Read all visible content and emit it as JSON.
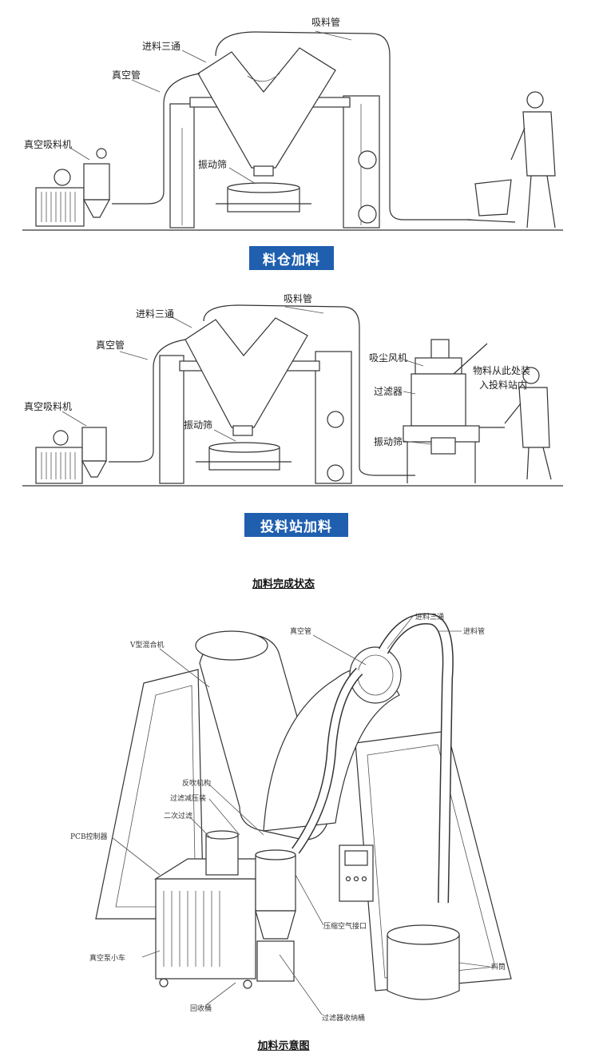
{
  "section1": {
    "labels": {
      "feed_tee": "进料三通",
      "suction_pipe": "吸料管",
      "vacuum_pipe": "真空管",
      "vacuum_loader": "真空吸料机",
      "vibrating_sieve": "振动筛"
    },
    "banner": "料仓加料"
  },
  "section2": {
    "labels": {
      "feed_tee": "进料三通",
      "suction_pipe": "吸料管",
      "vacuum_pipe": "真空管",
      "vacuum_loader": "真空吸料机",
      "vibrating_sieve_left": "振动筛",
      "dust_fan": "吸尘风机",
      "filter": "过滤器",
      "vibrating_sieve_right": "振动筛",
      "material_note_1": "物料从此处装",
      "material_note_2": "入投料站内"
    },
    "banner": "投料站加料"
  },
  "section3": {
    "caption": "加料完成状态",
    "labels": {
      "v_mixer": "V型混合机",
      "vacuum_pipe": "真空管",
      "feed_tee": "进料三通",
      "feed_pipe": "进料管",
      "backflush": "反吹机构",
      "filter_silencer": "过滤减压装",
      "secondary_filter": "二次过滤",
      "plc_controller": "PCB控制器",
      "compressed_air": "压缩空气接口",
      "vacuum_cart": "真空泵小车",
      "recovery_drum": "回收桶",
      "filter_collector": "过滤器收纳桶",
      "material_drum": "料筒"
    },
    "bottom_caption": "加料示意图"
  }
}
